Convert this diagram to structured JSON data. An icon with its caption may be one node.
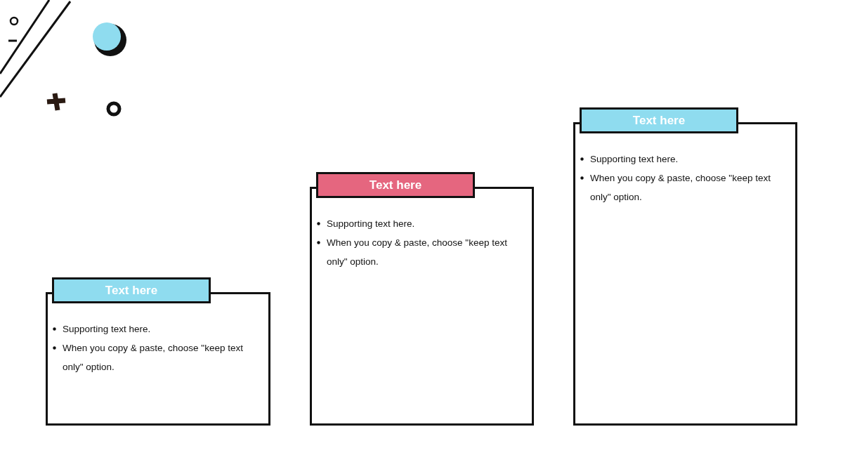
{
  "diagram": {
    "nodes": [
      {
        "text": [
          "Text here",
          "Supporting text here.",
          "When you copy & paste, choose \"keep text only\" option."
        ]
      },
      {
        "text": [
          "Text here",
          "Supporting text here.",
          "When you copy & paste, choose \"keep text only\" option."
        ]
      },
      {
        "text": [
          "Text here",
          "Supporting text here.",
          "When you copy & paste, choose \"keep text only\" option."
        ]
      }
    ]
  }
}
